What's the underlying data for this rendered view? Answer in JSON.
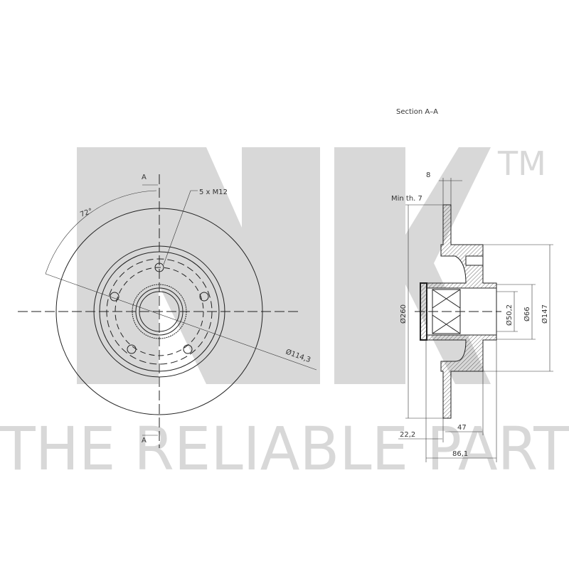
{
  "watermark": {
    "logo": "NK",
    "trademark": "TM",
    "tagline": "THE RELIABLE PART"
  },
  "front_view": {
    "section_mark_top": "A",
    "section_mark_bottom": "A",
    "angle": "72°",
    "bolts": "5 x M12",
    "bolt_circle": "Ø114,3"
  },
  "section_view": {
    "title": "Section A–A",
    "thickness": "8",
    "min_thickness": "Min th. 7",
    "outer_diameter": "Ø260",
    "bore_diameter": "Ø50,2",
    "inner_diameter": "Ø66",
    "hub_diameter": "Ø147",
    "offset": "47",
    "abs_offset": "22,2",
    "total_height": "86,1"
  }
}
